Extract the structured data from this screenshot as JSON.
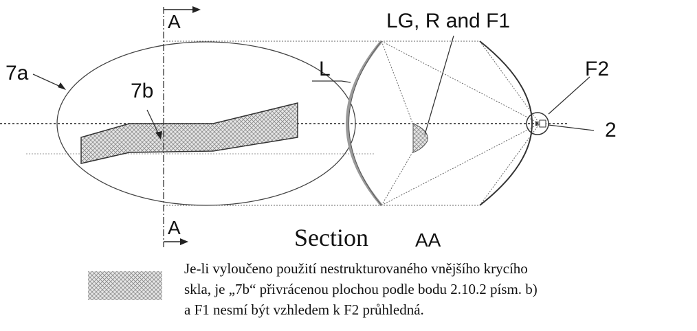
{
  "labels": {
    "lg_r_f1": "LG, R and F1",
    "f2": "F2",
    "l": "L",
    "ref_7a": "7a",
    "ref_7b": "7b",
    "ref_2": "2",
    "section_a_top": "A",
    "section_a_bottom": "A"
  },
  "caption": {
    "word": "Section",
    "name": "AA"
  },
  "note": {
    "line1": "Je-li vyloučeno použití nestrukturovaného vnějšího krycího",
    "line2": "skla, je „7b“ přivrácenou plochou podle bodu 2.10.2 písm. b)",
    "line3": "a F1 nesmí být vzhledem k F2 průhledná."
  }
}
